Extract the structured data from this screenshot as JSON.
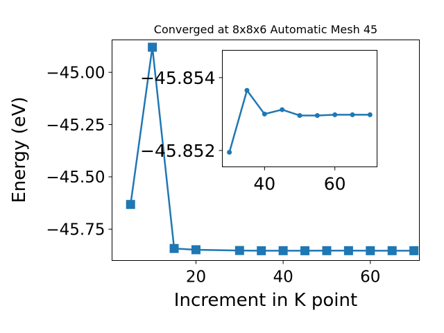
{
  "chart_data": [
    {
      "type": "line",
      "title": "Converged at 8x8x6 Automatic Mesh 45",
      "xlabel": "Increment in K point",
      "ylabel": "Energy (eV)",
      "xlim": [
        0.75,
        71.25
      ],
      "ylim": [
        -45.9,
        -44.845
      ],
      "xticks": [
        "20",
        "40",
        "60"
      ],
      "yticks": [
        "−45.00",
        "−45.25",
        "−45.50",
        "−45.75"
      ],
      "marker": "square",
      "color": "#1f77b4",
      "grid": false,
      "series": [
        {
          "x": [
            5,
            10,
            15,
            20,
            30,
            35,
            40,
            45,
            50,
            55,
            60,
            65,
            70
          ],
          "y": [
            -45.632,
            -44.88,
            -45.8425,
            -45.8485,
            -45.8522,
            -45.8532,
            -45.853,
            -45.8532,
            -45.8529,
            -45.8529,
            -45.853,
            -45.853,
            -45.853
          ]
        }
      ]
    },
    {
      "type": "line",
      "title": "",
      "xlabel": "",
      "ylabel": "",
      "xlim": [
        28,
        72
      ],
      "ylim": [
        -45.85155,
        -45.85475
      ],
      "xticks": [
        "40",
        "60"
      ],
      "yticks": [
        "−45.854",
        "−45.852"
      ],
      "marker": "circle",
      "color": "#1f77b4",
      "grid": false,
      "series": [
        {
          "x": [
            30,
            35,
            40,
            45,
            50,
            55,
            60,
            65,
            70
          ],
          "y": [
            -45.85195,
            -45.85365,
            -45.853,
            -45.85312,
            -45.85296,
            -45.85296,
            -45.85298,
            -45.85298,
            -45.85298
          ]
        }
      ]
    }
  ]
}
